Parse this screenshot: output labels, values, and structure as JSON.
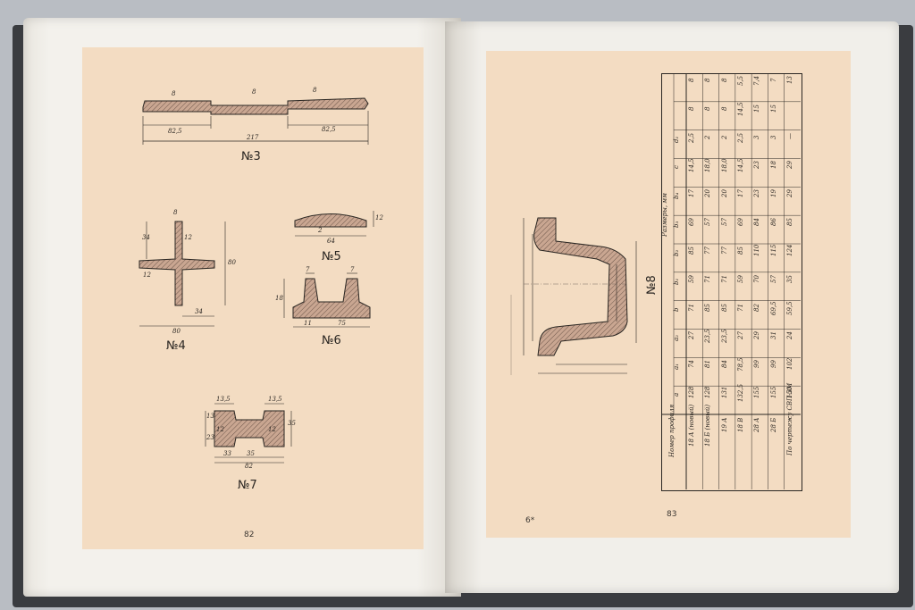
{
  "left_page": {
    "page_number": "82",
    "profiles": [
      {
        "label": "№3",
        "dims": [
          "8",
          "8",
          "8",
          "82,5",
          "82,5",
          "217"
        ]
      },
      {
        "label": "№4",
        "dims": [
          "8",
          "34",
          "80",
          "12",
          "12",
          "34",
          "80"
        ]
      },
      {
        "label": "№5",
        "dims": [
          "12",
          "2",
          "64"
        ]
      },
      {
        "label": "№6",
        "dims": [
          "7",
          "7",
          "18",
          "11",
          "75"
        ]
      },
      {
        "label": "№7",
        "dims": [
          "13,5",
          "13,5",
          "13",
          "35",
          "12",
          "12",
          "23",
          "33",
          "35",
          "82"
        ]
      }
    ]
  },
  "right_page": {
    "page_number": "83",
    "signature_mark": "6*",
    "profile": {
      "label": "№8"
    },
    "table": {
      "group_header": "Размеры, мм",
      "headers": [
        "Номер профиля",
        "a",
        "a₁",
        "a₂",
        "b",
        "b₁",
        "b₂",
        "b₃",
        "b₄",
        "c",
        "d₁"
      ],
      "rows": [
        [
          "18 А (новый)",
          "128",
          "74",
          "27",
          "71",
          "59",
          "85",
          "69",
          "17",
          "14,5",
          "2,5",
          "8",
          "8"
        ],
        [
          "18 Б (новый)",
          "128",
          "81",
          "23,5",
          "85",
          "71",
          "77",
          "57",
          "20",
          "18,0",
          "2",
          "8",
          "8"
        ],
        [
          "19 А",
          "131",
          "84",
          "23,5",
          "85",
          "71",
          "77",
          "57",
          "20",
          "18,0",
          "2",
          "8",
          "8"
        ],
        [
          "18 В",
          "132,5",
          "78,5",
          "27",
          "71",
          "59",
          "85",
          "69",
          "17",
          "14,5",
          "2,5",
          "14,5",
          "5,5"
        ],
        [
          "28 А",
          "155",
          "99",
          "29",
          "82",
          "70",
          "110",
          "84",
          "23",
          "23",
          "3",
          "15",
          "7,4"
        ],
        [
          "28 Б",
          "155",
          "99",
          "31",
          "69,5",
          "57",
          "115",
          "86",
          "19",
          "18",
          "3",
          "15",
          "7"
        ],
        [
          "По чертежу СВП-3М",
          "150",
          "102",
          "24",
          "59,5",
          "35",
          "124",
          "85",
          "29",
          "29",
          "—",
          "",
          "13"
        ]
      ]
    }
  }
}
